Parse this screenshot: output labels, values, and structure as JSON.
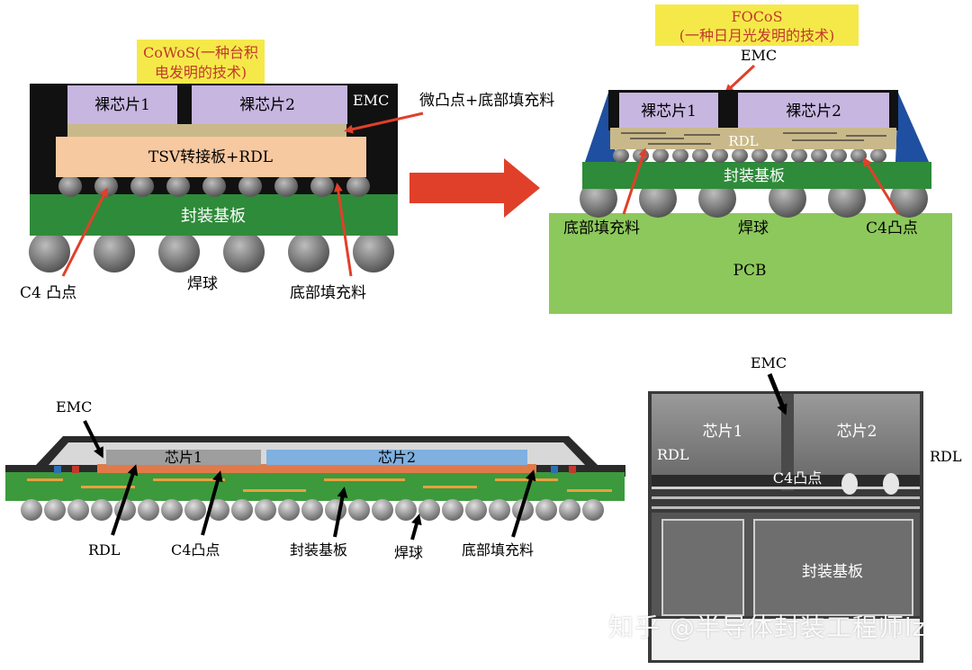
{
  "cowos": {
    "title_line1": "CoWoS(一种台积",
    "title_line2": "电发明的技术)",
    "die1": "裸芯片1",
    "die2": "裸芯片2",
    "emc": "EMC",
    "interposer": "TSV转接板+RDL",
    "substrate": "封装基板",
    "micro_bump_label": "微凸点+底部填充料",
    "c4_label": "C4 凸点",
    "solder_label": "焊球",
    "underfill_label": "底部填充料"
  },
  "focos": {
    "title_line1": "FOCoS",
    "title_line2": "(一种日月光发明的技术)",
    "emc": "EMC",
    "die1": "裸芯片1",
    "die2": "裸芯片2",
    "rdl": "RDL",
    "substrate": "封装基板",
    "underfill_label": "底部填充料",
    "solder_label": "焊球",
    "c4_label": "C4凸点",
    "pcb": "PCB"
  },
  "cross_section": {
    "emc": "EMC",
    "chip1": "芯片1",
    "chip2": "芯片2",
    "rdl": "RDL",
    "c4": "C4凸点",
    "substrate": "封装基板",
    "solder": "焊球",
    "underfill": "底部填充料"
  },
  "sem": {
    "emc": "EMC",
    "chip1": "芯片1",
    "chip2": "芯片2",
    "rdl_left": "RDL",
    "rdl_right": "RDL",
    "c4": "C4凸点",
    "substrate": "封装基板"
  },
  "watermark": "知乎 @半导体封装工程师lz",
  "colors": {
    "title_bg": "#f5e94a",
    "title_text": "#c0392b",
    "arrow": "#e0402a",
    "die": "#c7b6e0",
    "interposer": "#f7c9a0",
    "substrate": "#2e8b3a",
    "pcb": "#8dc85c",
    "emc": "#111111",
    "ball": "#7a7a7a"
  }
}
